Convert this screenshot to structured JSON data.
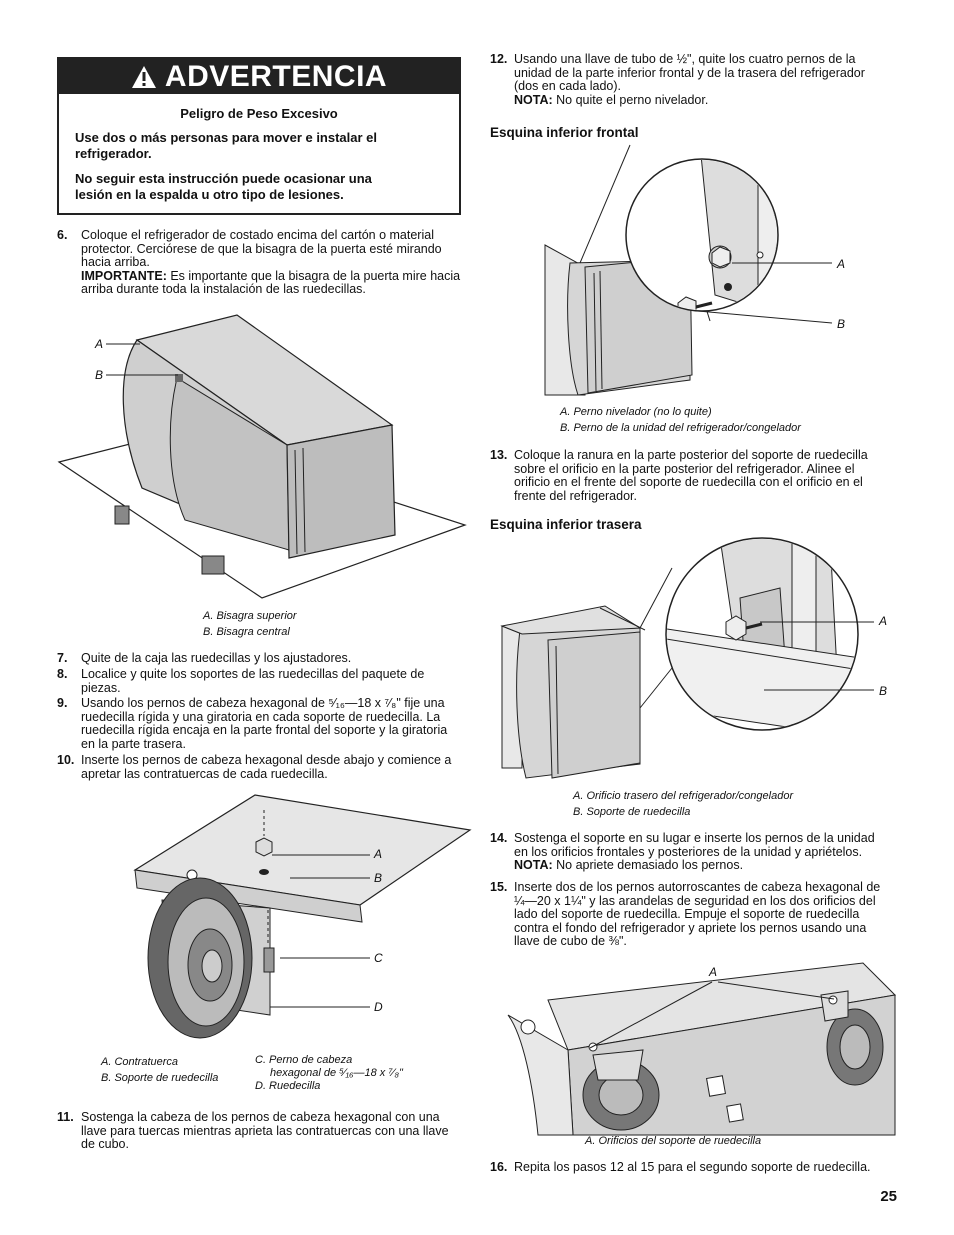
{
  "warning": {
    "heading": "ADVERTENCIA",
    "title": "Peligro de Peso Excesivo",
    "p1": "Use dos o más personas para mover e instalar el refrigerador.",
    "p2": "No seguir esta instrucción puede ocasionar una lesión en la espalda u otro tipo de lesiones."
  },
  "steps": {
    "s6": {
      "num": "6.",
      "text": "Coloque el refrigerador de costado encima del cartón o material protector. Cerciórese de que la bisagra de la puerta esté mirando hacia arriba.",
      "note_label": "IMPORTANTE:",
      "note": " Es importante que la bisagra de la puerta mire hacia arriba durante toda la instalación de las ruedecillas."
    },
    "s7": {
      "num": "7.",
      "text": "Quite de la caja las ruedecillas y los ajustadores."
    },
    "s8": {
      "num": "8.",
      "text": "Localice y quite los soportes de las ruedecillas del paquete de piezas."
    },
    "s9": {
      "num": "9.",
      "text": "Usando los pernos de cabeza hexagonal de ⁵⁄₁₆—18 x ⁷⁄₈\" fije una ruedecilla rígida y una giratoria en cada soporte de ruedecilla. La ruedecilla rígida encaja en la parte frontal del soporte y la giratoria en la parte trasera."
    },
    "s10": {
      "num": "10.",
      "text": "Inserte los pernos de cabeza hexagonal desde abajo y comience a apretar las contratuercas de cada ruedecilla."
    },
    "s11": {
      "num": "11.",
      "text": "Sostenga la cabeza de los pernos de cabeza hexagonal con una llave para tuercas mientras aprieta las contratuercas con una llave de cubo."
    },
    "s12": {
      "num": "12.",
      "text": "Usando una llave de tubo de ½\", quite los cuatro pernos de la unidad de la parte inferior frontal y de la trasera del refrigerador (dos en cada lado).",
      "note_label": "NOTA:",
      "note": " No quite el perno nivelador."
    },
    "s13": {
      "num": "13.",
      "text": "Coloque la ranura en la parte posterior del soporte de ruedecilla sobre el orificio en la parte posterior del refrigerador. Alinee el orificio en el frente del soporte de ruedecilla con el orificio en el frente del refrigerador."
    },
    "s14": {
      "num": "14.",
      "text": "Sostenga el soporte en su lugar e inserte los pernos de la unidad en los orificios frontales y posteriores de la unidad y apriételos.",
      "note_label": "NOTA:",
      "note": " No apriete demasiado los pernos."
    },
    "s15": {
      "num": "15.",
      "text": "Inserte dos de los pernos autorroscantes de cabeza hexagonal de ¼—20 x 1¼\" y las arandelas de seguridad en los dos orificios del lado del soporte de ruedecilla. Empuje el soporte de ruedecilla contra el fondo del refrigerador y apriete los pernos usando una llave de cubo de ⅜\"."
    },
    "s16": {
      "num": "16.",
      "text": "Repita los pasos 12 al 15 para el segundo soporte de ruedecilla."
    }
  },
  "figures": {
    "fig1": {
      "label_a": "A",
      "label_b": "B",
      "cap_a": "A. Bisagra superior",
      "cap_b": "B. Bisagra central"
    },
    "fig2": {
      "label_a": "A",
      "label_b": "B",
      "label_c": "C",
      "label_d": "D",
      "cap_a": "A. Contratuerca",
      "cap_b": "B. Soporte de ruedecilla",
      "cap_c": "C. Perno de cabeza",
      "cap_c2": "hexagonal de ⁵⁄₁₆—18 x ⁷⁄₈\"",
      "cap_d": "D. Ruedecilla"
    },
    "fig3": {
      "heading": "Esquina inferior frontal",
      "label_a": "A",
      "label_b": "B",
      "cap_a": "A. Perno nivelador (no lo quite)",
      "cap_b": "B. Perno de la unidad del refrigerador/congelador"
    },
    "fig4": {
      "heading": "Esquina inferior trasera",
      "label_a": "A",
      "label_b": "B",
      "cap_a": "A. Orificio trasero del refrigerador/congelador",
      "cap_b": "B. Soporte de ruedecilla"
    },
    "fig5": {
      "label_a": "A",
      "cap_a": "A. Orificios del soporte de ruedecilla"
    }
  },
  "page_number": "25"
}
